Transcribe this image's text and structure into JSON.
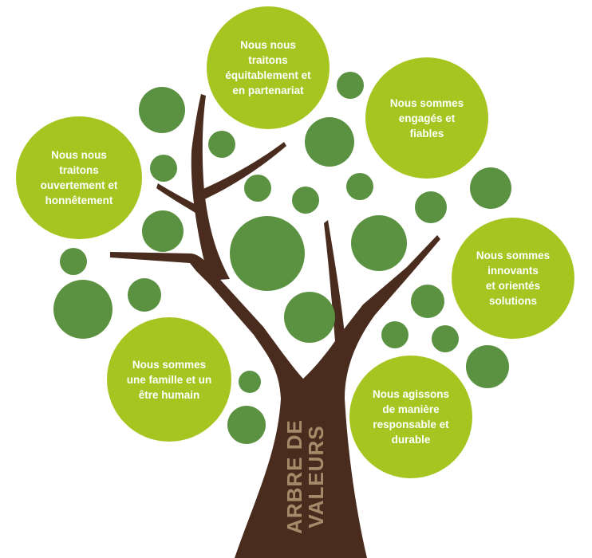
{
  "diagram": {
    "trunk_label": "ARBRE DE\nVALEURS",
    "values": [
      {
        "id": "partenariat",
        "text": "Nous nous\ntraitons\néquitablement et\nen partenariat"
      },
      {
        "id": "engages",
        "text": "Nous sommes\nengagés et\nfiables"
      },
      {
        "id": "ouvertement",
        "text": "Nous nous\ntraitons\nouvertement et\nhonnêtement"
      },
      {
        "id": "innovants",
        "text": "Nous sommes\ninnovants\net orientés\nsolutions"
      },
      {
        "id": "famille",
        "text": "Nous sommes\nune famille et un\nêtre humain"
      },
      {
        "id": "durable",
        "text": "Nous agissons\nde manière\nresponsable et\ndurable"
      }
    ],
    "colors": {
      "value_circle": "#a7c520",
      "leaf_circle": "#5b9242",
      "trunk": "#4a2c1f",
      "trunk_text": "#a68b6a",
      "value_text": "#ffffff"
    }
  }
}
